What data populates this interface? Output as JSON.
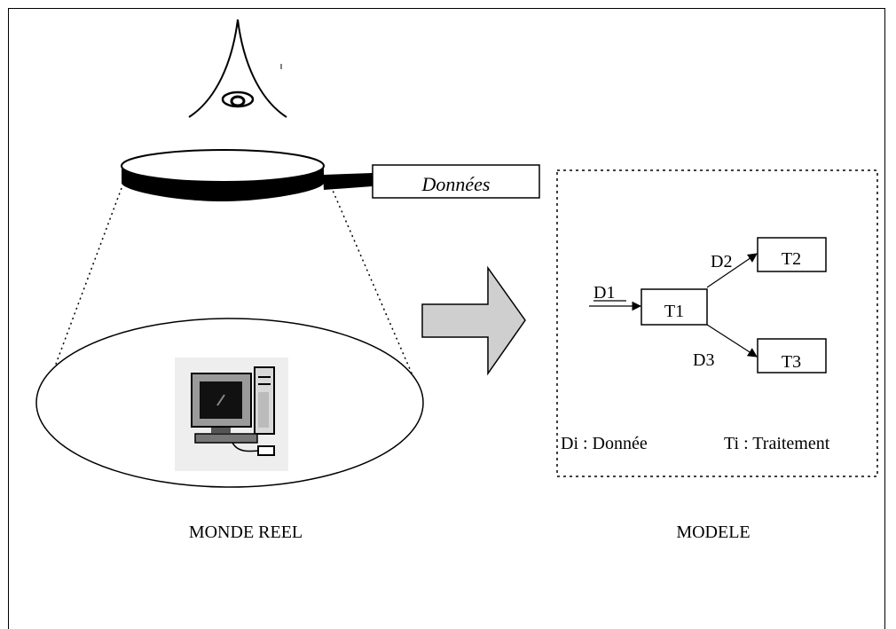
{
  "labels": {
    "donnees": "Données",
    "monde_reel": "MONDE REEL",
    "modele": "MODELE"
  },
  "model": {
    "nodes": [
      {
        "id": "t1",
        "label": "T1"
      },
      {
        "id": "t2",
        "label": "T2"
      },
      {
        "id": "t3",
        "label": "T3"
      }
    ],
    "edges": [
      {
        "id": "d1",
        "label": "D1",
        "to": "T1"
      },
      {
        "id": "d2",
        "label": "D2",
        "from": "T1",
        "to": "T2"
      },
      {
        "id": "d3",
        "label": "D3",
        "from": "T1",
        "to": "T3"
      }
    ],
    "legend_data": "Di : Donnée",
    "legend_treatment": "Ti : Traitement"
  },
  "colors": {
    "stroke": "#000000",
    "arrow_fill": "#cfcfcf",
    "monitor_body": "#9a9a9a",
    "icon_background": "#eeeeee"
  },
  "icons": {
    "eye": "eye-icon",
    "magnifier": "magnifying-glass-icon",
    "computer": "computer-icon",
    "transform": "arrow-right-icon"
  }
}
